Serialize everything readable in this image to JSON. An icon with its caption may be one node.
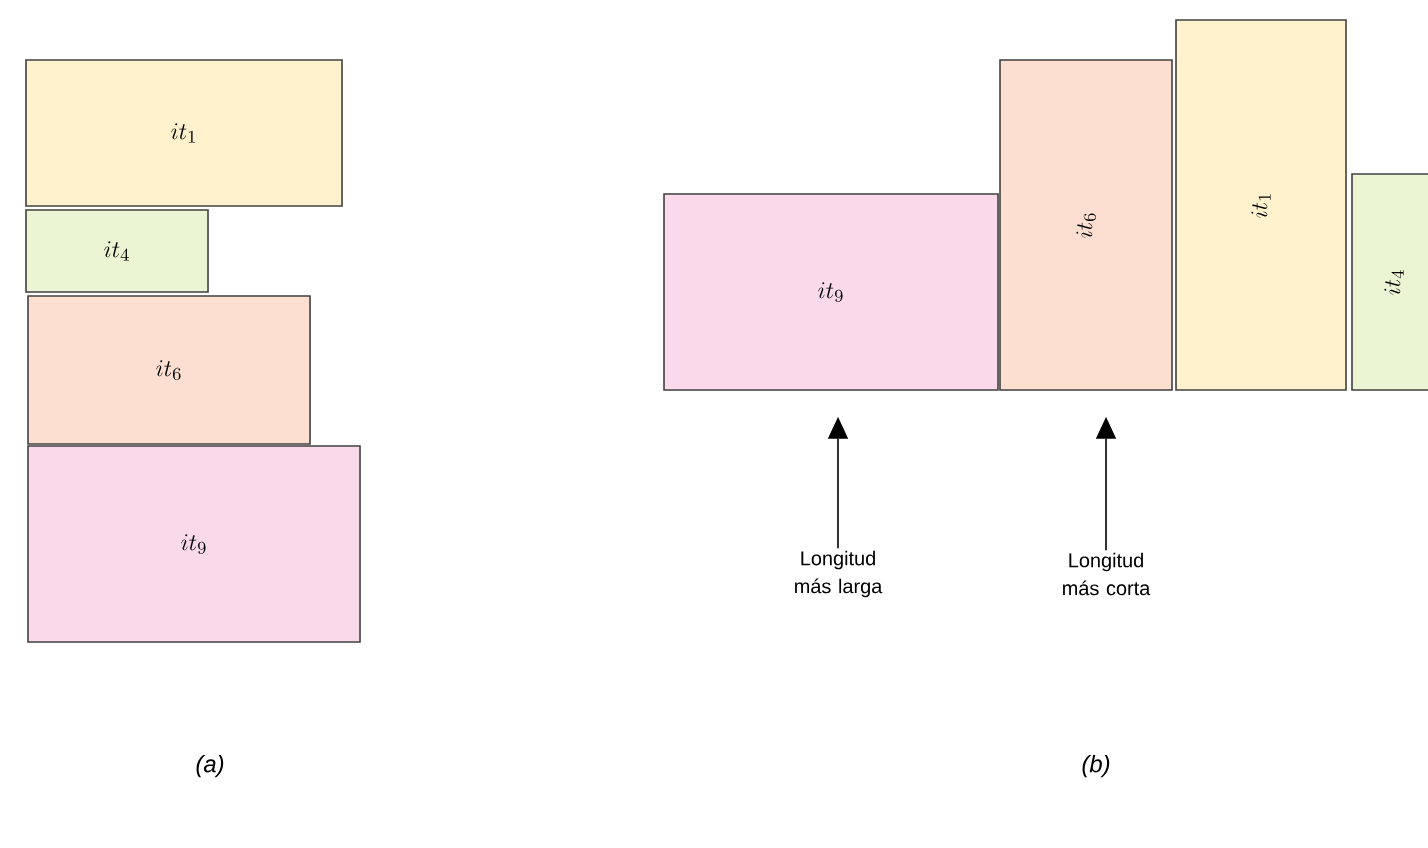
{
  "diagram": {
    "nodes": [
      {
        "text": [
          "it_1"
        ]
      },
      {
        "text": [
          "it_4"
        ]
      },
      {
        "text": [
          "it_6"
        ]
      },
      {
        "text": [
          "it_9"
        ]
      },
      {
        "text": [
          "it_9"
        ]
      },
      {
        "text": [
          "it_6"
        ]
      },
      {
        "text": [
          "it_1"
        ]
      },
      {
        "text": [
          "it_4"
        ]
      },
      {
        "text": [
          "Longitud más larga"
        ]
      },
      {
        "text": [
          "Longitud más corta"
        ]
      }
    ],
    "edges": [
      {
        "from": 8,
        "to": 4,
        "arrow": "to"
      },
      {
        "from": 9,
        "to": 5,
        "arrow": "to"
      }
    ],
    "labels": [
      "(a)",
      "(b)"
    ]
  }
}
